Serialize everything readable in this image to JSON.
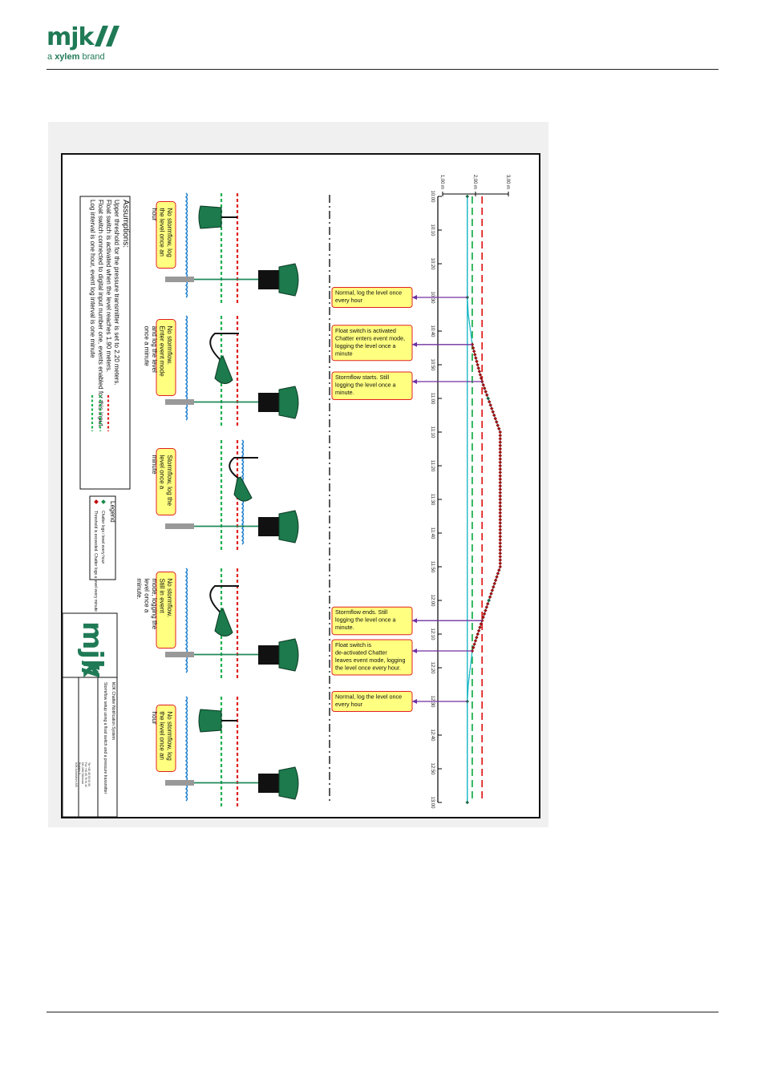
{
  "header": {
    "brand": "mjk",
    "tagline_prefix": "a",
    "tagline_brand": "xylem",
    "tagline_suffix": "brand",
    "brand_color": "#1f7a56"
  },
  "diagram": {
    "assumptions": {
      "title": "Assumptions:",
      "lines": [
        "Upper threshold for the pressure transmitter is set to 2.20 meters.",
        "Float switch is activated when the level reaches 1.90 meters.",
        "Float switch connected to digital input number one, events enabled for this input.",
        "Log interval is one hour, event log interval is one minute"
      ]
    },
    "legend": {
      "title": "Legend",
      "items": [
        {
          "marker": "green-diamond",
          "text": "Chatter logs i level every hour"
        },
        {
          "marker": "red-diamond",
          "text": "Threshold is exceeded. Chatter logs a level every minute"
        }
      ]
    },
    "scenarios": [
      "No stormflow, log the level once an hour",
      "No stormflow. Enter event mode and log the level once a minute",
      "Stormflow, log the level once a minute",
      "No stormflow. Still in event mode, logging the level once a minute.",
      "No stormflow, log the level once an hour"
    ],
    "events": [
      {
        "time": "10:30",
        "text": "Normal, log the level once every hour"
      },
      {
        "time": "10:44",
        "text": "Float switch is activated Chatter enters event mode, logging the level once a minute"
      },
      {
        "time": "10:55",
        "text": "Stormflow starts. Still logging the level once a minute."
      },
      {
        "time": "12:06",
        "text": "Stormflow ends. Still logging the level once a minute."
      },
      {
        "time": "12:15",
        "text": "Float switch is de-activated Chatter leaves event mode, logging the level once every hour."
      },
      {
        "time": "12:30",
        "text": "Normal, log the level once every hour"
      }
    ],
    "title_block": {
      "brand": "mjk",
      "system": "MJK Chatter Notification System",
      "subtitle": "Stormflow setup using a float switch and a pressure transmitter",
      "company": "MJK Automation A/S",
      "address_1": "Blokken 9",
      "address_2": "DK-3460 Birkerød",
      "fax": "Fax +45 45 76 91 40",
      "tel": "Tel +45 45 56 06 56"
    },
    "colors": {
      "stroke_green": "#1f8a5a",
      "float_green": "#1c7a4c",
      "threshold_red": "#e02020",
      "float_line_green": "#20b050",
      "water_blue": "#1e7fd0",
      "level_cyan": "#20b8c8",
      "logged_point": "#a01010",
      "callout_fill": "#ffff80",
      "callout_border": "#e02020",
      "arrow_purple": "#7030a0"
    }
  },
  "chart_data": {
    "type": "line",
    "title": "",
    "x_axis": {
      "ticks": [
        "10:00",
        "10:10",
        "10:20",
        "10:30",
        "10:40",
        "10:50",
        "11:00",
        "11:10",
        "11:20",
        "11:30",
        "11:40",
        "11:50",
        "12:00",
        "12:10",
        "12:20",
        "12:30",
        "12:40",
        "12:50",
        "13:00"
      ]
    },
    "y_axis": {
      "ticks": [
        "1,00 m",
        "2,00 m",
        "3,00 m"
      ],
      "range": [
        1.0,
        3.0
      ]
    },
    "thresholds": [
      {
        "name": "Float switch",
        "value": 1.9,
        "style": "dashed-green"
      },
      {
        "name": "Upper threshold",
        "value": 2.2,
        "style": "dashed-red"
      }
    ],
    "baseline_level": 1.75,
    "series": [
      {
        "points": [
          {
            "t": "10:00",
            "level": 1.75
          },
          {
            "t": "10:30",
            "level": 1.75
          },
          {
            "t": "10:35",
            "level": 1.78
          },
          {
            "t": "10:44",
            "level": 1.9
          },
          {
            "t": "10:55",
            "level": 2.2
          },
          {
            "t": "11:10",
            "level": 2.75
          },
          {
            "t": "11:50",
            "level": 2.75
          },
          {
            "t": "12:06",
            "level": 2.2
          },
          {
            "t": "12:15",
            "level": 1.9
          },
          {
            "t": "12:25",
            "level": 1.78
          },
          {
            "t": "12:30",
            "level": 1.75
          },
          {
            "t": "13:00",
            "level": 1.75
          }
        ],
        "event_mode_start": "10:44",
        "event_mode_end": "12:15"
      }
    ]
  }
}
